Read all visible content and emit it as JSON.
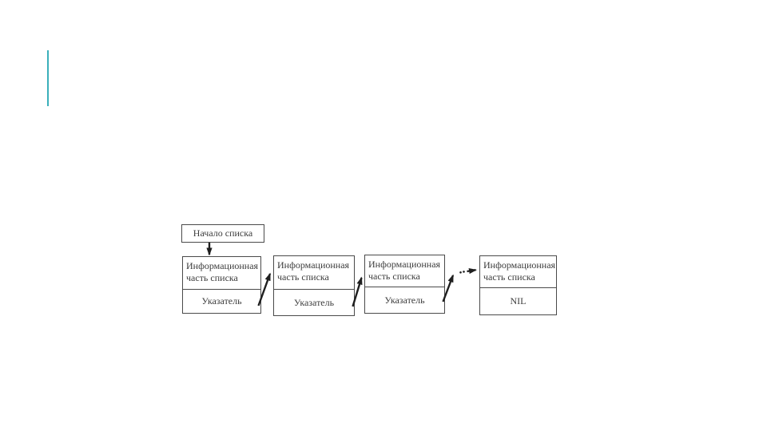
{
  "slide": {
    "background_color": "#ffffff",
    "accent_line_color": "#3ab0bb"
  },
  "diagram": {
    "head_label": "Начало списка",
    "nodes": [
      {
        "info": "Информационная часть списка",
        "pointer": "Указатель"
      },
      {
        "info": "Информационная часть списка",
        "pointer": "Указатель"
      },
      {
        "info": "Информационная часть списка",
        "pointer": "Указатель"
      },
      {
        "info": "Информационная часть списка",
        "pointer": "NIL"
      }
    ],
    "colors": {
      "box_border": "#4a4a4a",
      "text": "#3d3d3d",
      "arrow": "#1f1f1f"
    }
  }
}
